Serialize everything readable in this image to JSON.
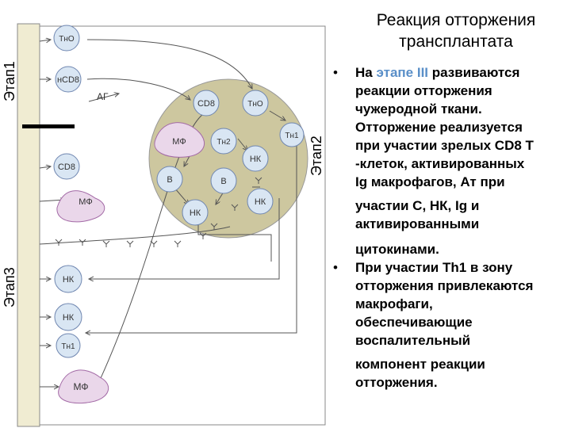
{
  "title": {
    "line1": "Реакция отторжения",
    "line2": "трансплантата"
  },
  "stages": {
    "stage1": "Этап1",
    "stage2": "Этап2",
    "stage3": "Этап3"
  },
  "cells": {
    "tho_top": "ТнО",
    "ncd8": "нCD8",
    "ag": "АГ",
    "cd8_left": "CD8",
    "mf_left": "МФ",
    "cd8_graft": "CD8",
    "tho_graft": "ТнО",
    "th1_graft": "Тн1",
    "mf_graft": "МФ",
    "th2_graft": "Тн2",
    "nk_graft_right": "НК",
    "b1": "B",
    "b2": "B",
    "nk_graft_bottom": "НК",
    "nk_graft_lower_right": "НК",
    "nk_left1": "НК",
    "nk_left2": "НК",
    "th1_left": "Тн1",
    "mf_bottom": "МФ"
  },
  "bullets": [
    {
      "prefix": "На ",
      "highlight": "этапе III",
      "lines": [
        " развиваются",
        "реакции  отторжения",
        "чужеродной ткани.",
        "Отторжение реализуется",
        "при участии зрелых CD8 Т",
        "-клеток, активированных",
        "Ig макрофагов, Ат при"
      ],
      "lines2": [
        "участии С, НК, Ig и",
        "активированными"
      ],
      "lines3": [
        "цитокинами."
      ]
    },
    {
      "lines": [
        "При участии Th1 в зону",
        "отторжения привлекаются",
        "макрофаги,",
        "обеспечивающие",
        "воспалительный"
      ],
      "lines2": [
        "компонент реакции",
        "отторжения."
      ]
    }
  ],
  "colors": {
    "band": "#f0ecd2",
    "graft": "#cdc79f",
    "cell_fill": "#d9e6f3",
    "cell_stroke": "#6f86b0",
    "mf_fill": "#ead7ea",
    "mf_stroke": "#a36aa6",
    "line": "#555555"
  }
}
